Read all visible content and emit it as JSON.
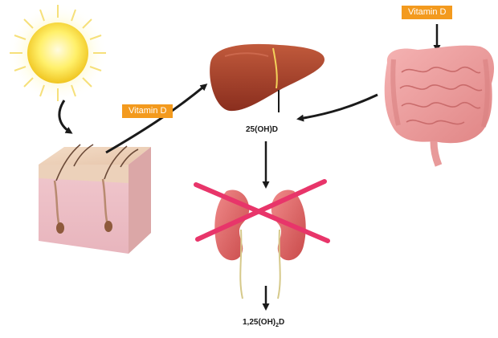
{
  "labels": {
    "vitamin_d_skin": "Vitamin D",
    "vitamin_d_gut": "Vitamin D",
    "liver_product": "25(OH)D",
    "kidney_product_prefix": "1,25(OH)",
    "kidney_product_subscript": "2",
    "kidney_product_suffix": "D"
  },
  "colors": {
    "tag_background": "#f39a1e",
    "cross": "#e8356a",
    "arrow": "#1a1a1a"
  },
  "icons": [
    "sun-icon",
    "skin-icon",
    "liver-icon",
    "intestine-icon",
    "kidneys-icon",
    "cross-out-icon"
  ]
}
